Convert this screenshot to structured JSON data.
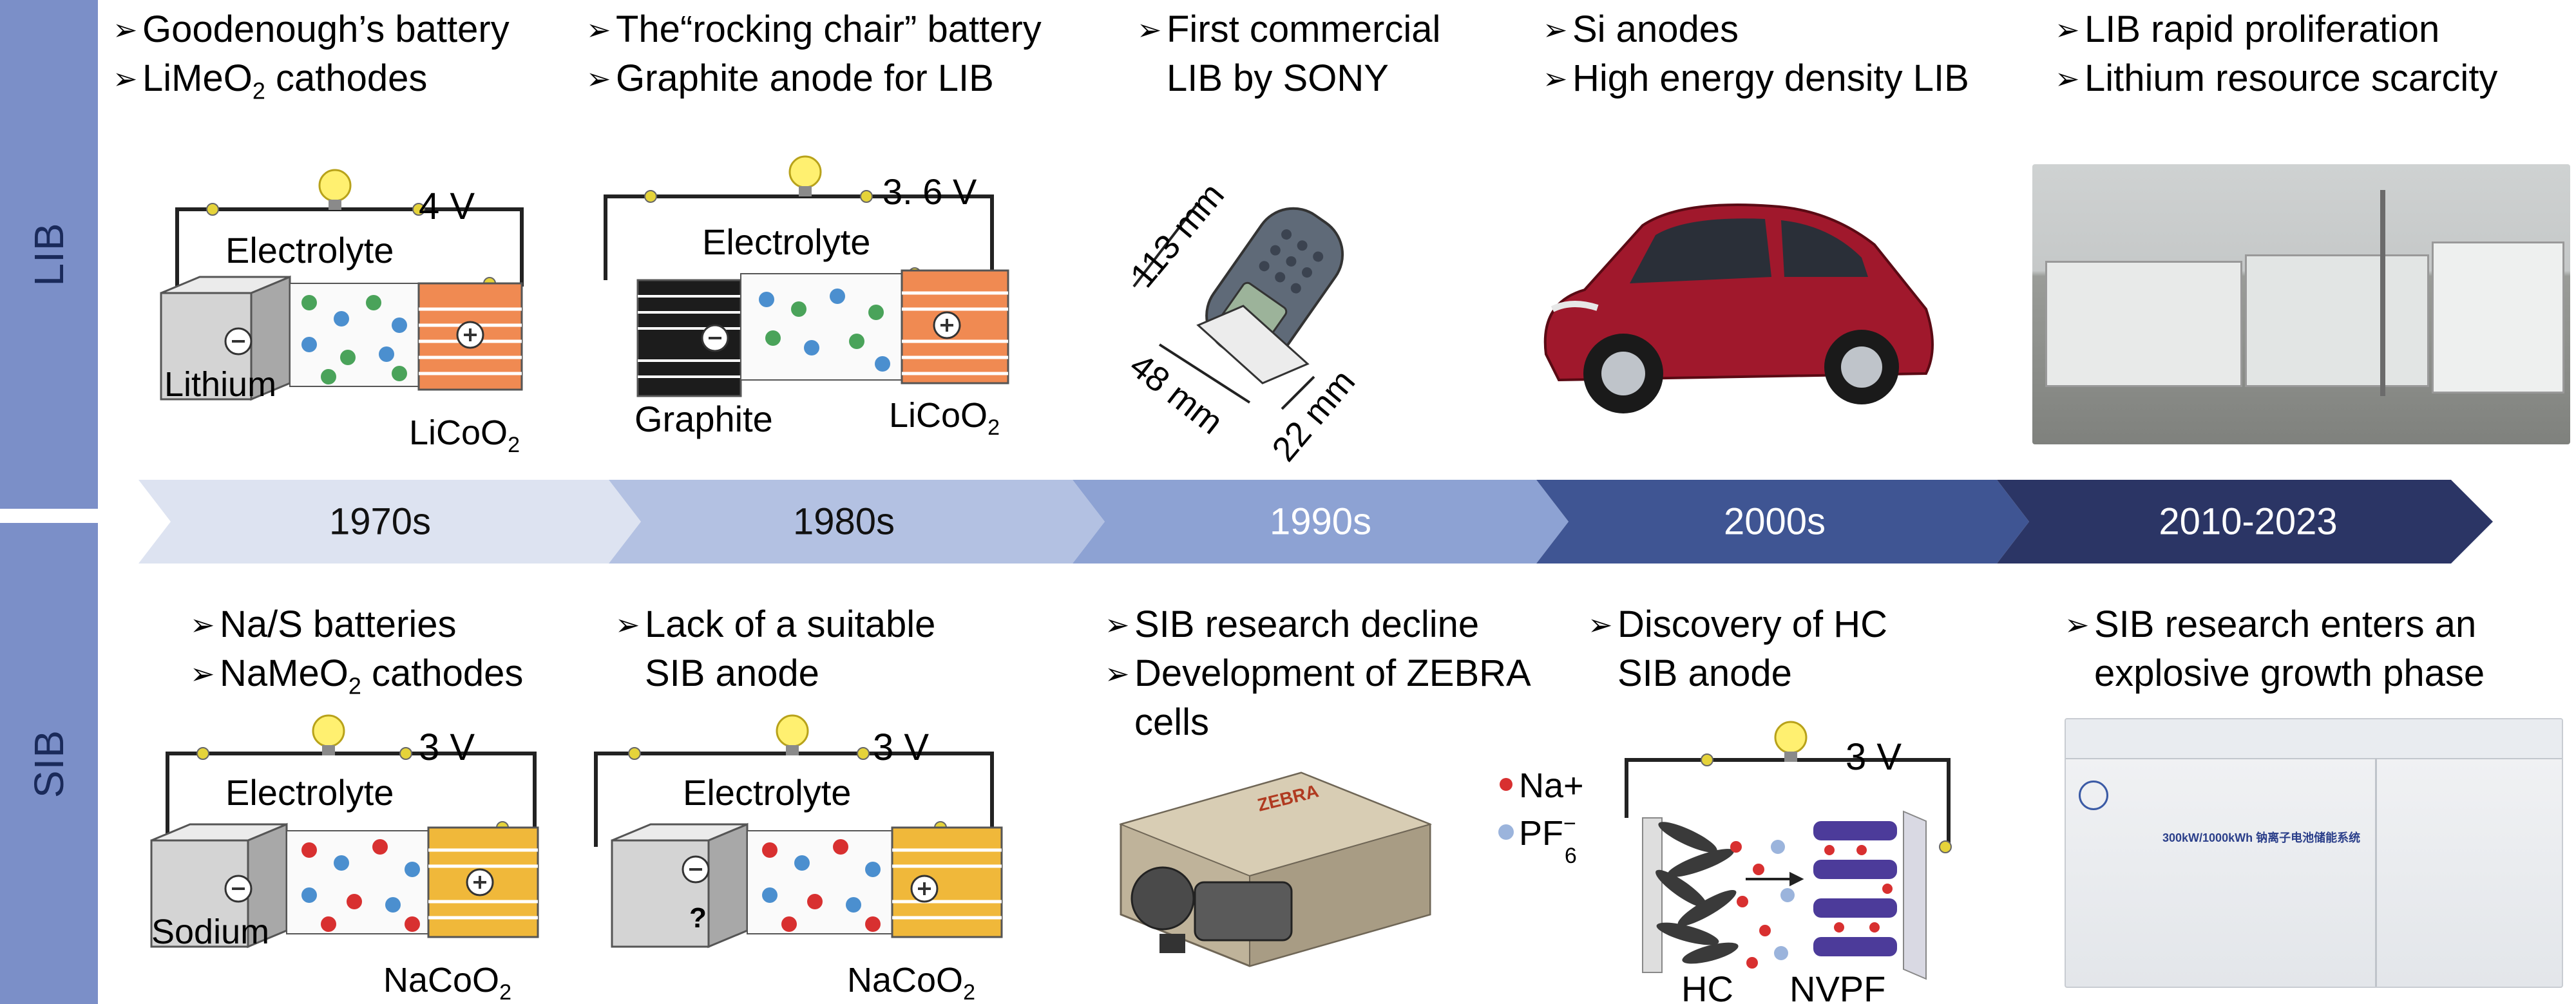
{
  "rows": {
    "lib": "LIB",
    "sib": "SIB"
  },
  "timeline": {
    "eras": [
      "1970s",
      "1980s",
      "1990s",
      "2000s",
      "2010-2023"
    ],
    "colors": [
      "#dde3f1",
      "#b3c1e2",
      "#8da2d3",
      "#3f5593",
      "#2b3565"
    ],
    "text_colors": [
      "#111111",
      "#111111",
      "#ffffff",
      "#ffffff",
      "#ffffff"
    ]
  },
  "lib": {
    "c1": {
      "b1": "Goodenough’s battery",
      "b2_pre": "LiMeO",
      "b2_sub": "2",
      "b2_post": " cathodes"
    },
    "c2": {
      "b1": "The“rocking chair” battery",
      "b2": "Graphite anode for LIB"
    },
    "c3": {
      "l1": "First commercial",
      "l2": "LIB by SONY"
    },
    "c4": {
      "b1": "Si anodes",
      "b2": "High energy density LIB"
    },
    "c5": {
      "b1": "LIB rapid proliferation",
      "b2": "Lithium resource scarcity"
    },
    "cell1": {
      "voltage": "4 V",
      "electrolyte": "Electrolyte",
      "anode": "Lithium",
      "cathode_pre": "LiCoO",
      "cathode_sub": "2"
    },
    "cell2": {
      "voltage": "3. 6 V",
      "electrolyte": "Electrolyte",
      "anode": "Graphite",
      "cathode_pre": "LiCoO",
      "cathode_sub": "2"
    },
    "phone": {
      "height": "113 mm",
      "width": "48 mm",
      "depth": "22 mm"
    }
  },
  "sib": {
    "c1": {
      "b1": "Na/S batteries",
      "b2_pre": "NaMeO",
      "b2_sub": "2",
      "b2_post": " cathodes"
    },
    "c2": {
      "l1": "Lack of a suitable",
      "l2": "SIB anode"
    },
    "c3": {
      "b1": "SIB research decline",
      "b2": "Development of ZEBRA",
      "b2_cont": "cells"
    },
    "c4": {
      "l1": "Discovery of HC",
      "l2": "SIB anode"
    },
    "c5": {
      "l1": "SIB research enters an",
      "l2": "explosive growth phase"
    },
    "cell1": {
      "voltage": "3 V",
      "electrolyte": "Electrolyte",
      "anode": "Sodium",
      "cathode_pre": "NaCoO",
      "cathode_sub": "2"
    },
    "cell2": {
      "voltage": "3 V",
      "electrolyte": "Electrolyte",
      "anode_mark": "?",
      "cathode_pre": "NaCoO",
      "cathode_sub": "2"
    },
    "cell3": {
      "voltage": "3 V",
      "legend_na": "Na+",
      "legend_pf": "PF",
      "legend_pf_sub": "6",
      "legend_pf_sup": "−",
      "anode": "HC",
      "cathode": "NVPF"
    },
    "zebra_label": "ZEBRA",
    "container_sign": "300kW/1000kWh 钠离子电池储能系统"
  },
  "bullet_glyph": "➢",
  "icons": [
    "bulb-icon",
    "wire-node-icon",
    "minus-sign-icon",
    "plus-sign-icon",
    "ion-icon",
    "arrow-icon"
  ]
}
